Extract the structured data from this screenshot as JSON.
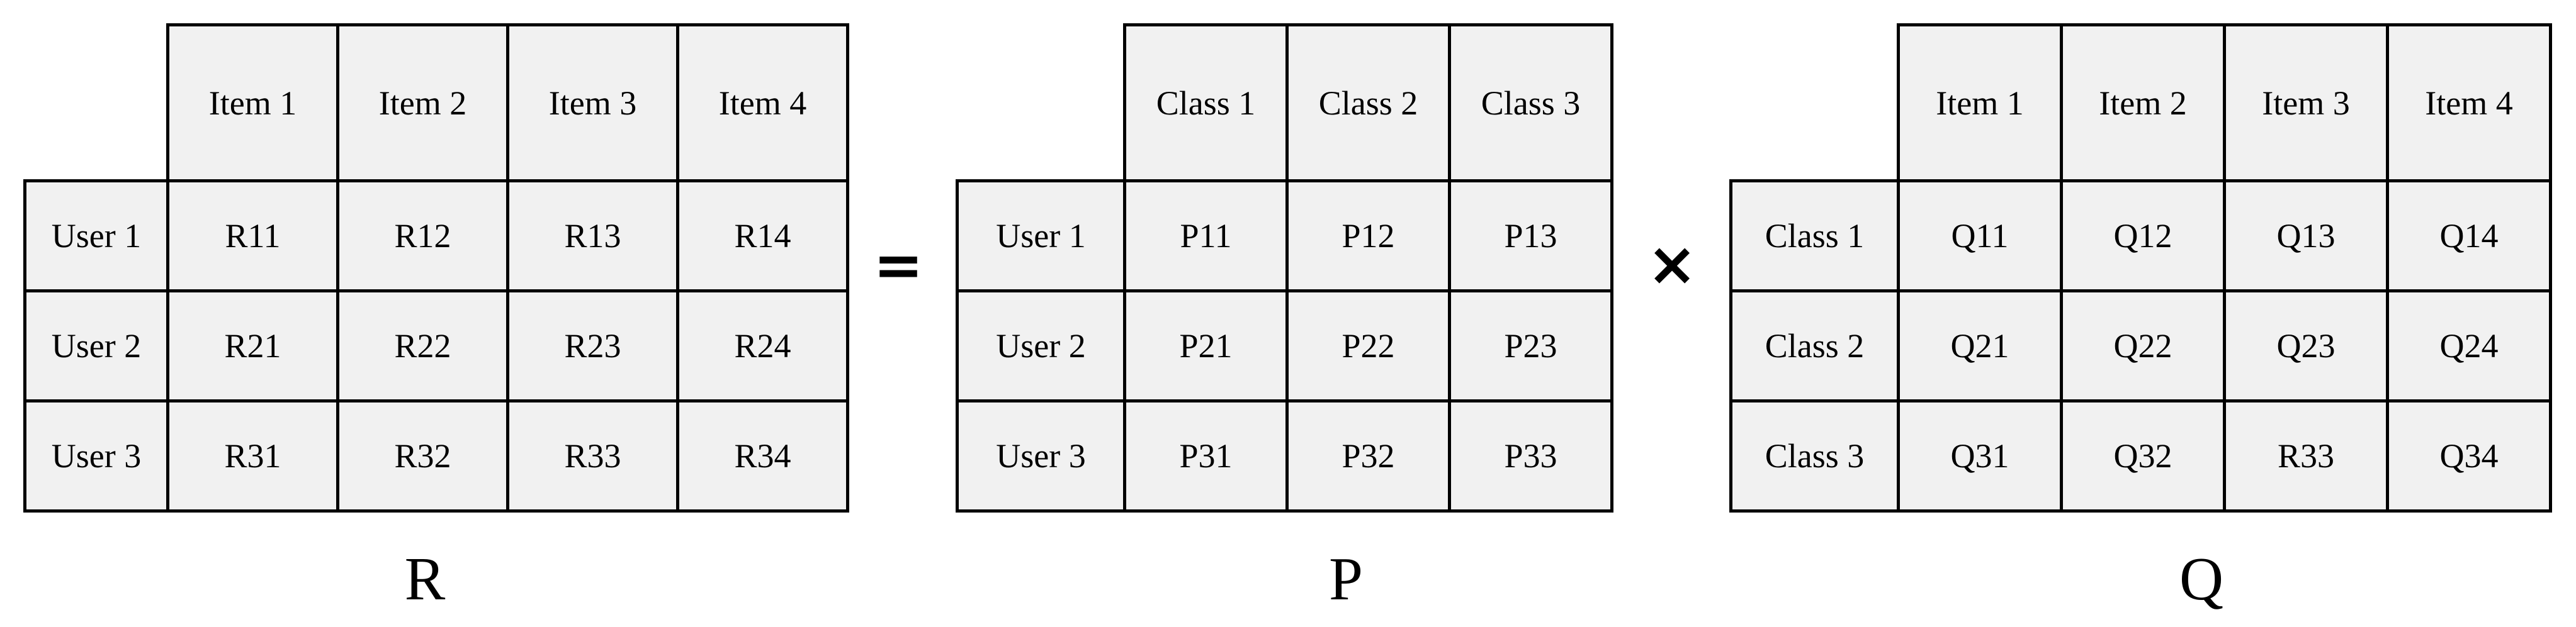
{
  "equation": {
    "equals": "=",
    "times": "×"
  },
  "tables": [
    {
      "name": "R",
      "label": "R",
      "col_headers": [
        "Item 1",
        "Item 2",
        "Item 3",
        "Item 4"
      ],
      "row_headers": [
        "User 1",
        "User 2",
        "User 3"
      ],
      "cells": [
        [
          "R11",
          "R12",
          "R13",
          "R14"
        ],
        [
          "R21",
          "R22",
          "R23",
          "R24"
        ],
        [
          "R31",
          "R32",
          "R33",
          "R34"
        ]
      ]
    },
    {
      "name": "P",
      "label": "P",
      "col_headers": [
        "Class 1",
        "Class 2",
        "Class 3"
      ],
      "row_headers": [
        "User 1",
        "User 2",
        "User 3"
      ],
      "cells": [
        [
          "P11",
          "P12",
          "P13"
        ],
        [
          "P21",
          "P22",
          "P23"
        ],
        [
          "P31",
          "P32",
          "P33"
        ]
      ]
    },
    {
      "name": "Q",
      "label": "Q",
      "col_headers": [
        "Item 1",
        "Item 2",
        "Item 3",
        "Item 4"
      ],
      "row_headers": [
        "Class 1",
        "Class 2",
        "Class 3"
      ],
      "cells": [
        [
          "Q11",
          "Q12",
          "Q13",
          "Q14"
        ],
        [
          "Q21",
          "Q22",
          "Q23",
          "Q24"
        ],
        [
          "Q31",
          "Q32",
          "R33",
          "Q34"
        ]
      ]
    }
  ],
  "colors": {
    "cell_fill": "#f1f1f1",
    "border": "#000000",
    "background": "#ffffff"
  },
  "layout_note": ""
}
